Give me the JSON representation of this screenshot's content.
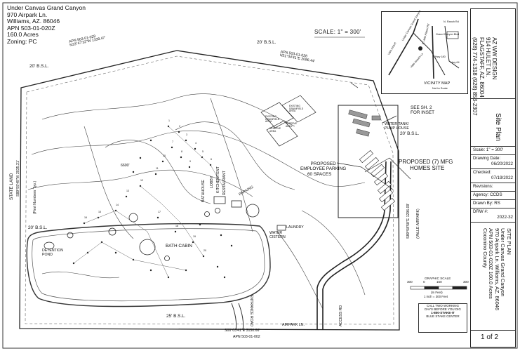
{
  "header": {
    "project_name": "Under Canvas Grand Canyon",
    "address_line1": "970 Airpark Ln.",
    "address_line2": "Williams, AZ. 86046",
    "apn": "APN 503-01-020Z",
    "acreage": "160.0 Acres",
    "zoning": "Zoning: PC"
  },
  "scale_note": "SCALE: 1\" = 300'",
  "site_labels": {
    "bsl_top": "20' B.S.L.",
    "bsl_left_top": "20' B.S.L.",
    "bsl_left_mid": "20' B.S.L.",
    "bsl_bottom": "25' B.S.L.",
    "bsl_right": "20' B.S.L.",
    "apn_nw": "APN 503-01-028",
    "bearing_nw": "N23°47'32\"W",
    "dist_nw": "1338.47'",
    "apn_ne": "APN 503-01-028",
    "bearing_ne": "N21°04'41\"E",
    "dist_ne": "2086.44'",
    "state_land": "STATE LAND",
    "bearing_w": "S89°59'49\"W",
    "dist_w": "2035.21'",
    "first_numbers": "(First Numbers Typ.)",
    "detention_pond": "DETENTION POND",
    "bath_cabin": "BATH CABIN",
    "bathhouse": "BATHHOUSE",
    "lobby": "LOBBY",
    "kitchen": "KITCHEN/TENT",
    "restaurant": "RESTAURANT",
    "parking": "PARKING",
    "laundry": "LAUNDRY",
    "water_cistern": "WATER CISTERN",
    "proposed_parking_1": "PROPOSED",
    "proposed_parking_2": "EMPLOYEE PARKING",
    "proposed_parking_3": "60 SPACES",
    "proposed_mfg_1": "PROPOSED (7) MFG",
    "proposed_mfg_2": "HOMES SITE",
    "see_sheet_1": "SEE SH. 2",
    "see_sheet_2": "FOR INSET",
    "water_tank_1": "WATER TANK/",
    "water_tank_2": "PUMP HOUSE",
    "drainfield_1": "EXISTING DRAINFIELD AREA",
    "drainfield_2": "EXISTING DRAINFIELD AREA",
    "reserve_1": "RESERVE AREA",
    "reserve_2": "RESERVE AREA",
    "contour_6600": "6600'",
    "bearing_s": "S00°03'41\"E",
    "dist_s": "3150.66'",
    "apn_s": "APN 503-01-002",
    "airpark_ln": "AIRPARK LN.",
    "entrance_road": "ENTRANCE ROAD",
    "access_rd": "ACCESS RD",
    "valle_airpark": "(VALLE AIRPARK)",
    "bearing_e": "S89°58'58\"E",
    "dist_e": "1296.09'",
    "lot_numbers": [
      "1",
      "2",
      "3",
      "4",
      "5",
      "6",
      "7",
      "8",
      "9",
      "10",
      "11",
      "12",
      "13",
      "14",
      "15",
      "16",
      "17",
      "18",
      "19",
      "20"
    ]
  },
  "vicinity_map": {
    "title": "VICINITY MAP",
    "subtitle": "Not to Scale",
    "labels": [
      "Under Canvas Grand Canyon",
      "Valle Airport",
      "Valle Airpark Ln",
      "Grand Canyon Blvd",
      "Hwy 180",
      "Hwy 64",
      "S. Valle Airport Rd",
      "N. Ranch Rd"
    ]
  },
  "ruler": {
    "title": "GRAPHIC SCALE",
    "ticks": [
      "300",
      "0",
      "150",
      "300"
    ],
    "unit": "(In Feet)",
    "scale": "1 inch = 300 Feet"
  },
  "stamp": {
    "line1": "CALL TWO WORKING",
    "line2": "DAYS BEFORE YOU DIG",
    "line3": "1-800-STAKE-IT",
    "line4": "BLUE STAKE CENTER"
  },
  "title_block": {
    "firm_name": "AZ WW DESIGN",
    "firm_address": "914 HULET LN.",
    "firm_city": "FLAGSTAFF, AZ. 86004",
    "firm_phone": "(928) 774-1318 (928) 853-2307",
    "sheet_title": "Site Plan",
    "scale_label": "Scale: 1\" = 300'",
    "drawing_date_label": "Drawing Date:",
    "drawing_date": "06/20/2022",
    "checked_label": "Checked:",
    "checked_date": "07/19/2022",
    "revisions_label": "Revisions:",
    "agency_label": "Agency: CCDS",
    "drawn_by_label": "Drawn By: RS",
    "drw_label": "DRW #:",
    "drw_number": "2022-32",
    "plan_title": "SITE PLAN",
    "plan_project": "Under Canvas Grand Canyon",
    "plan_address": "970 Airpark Ln. Williams, AZ. 86046",
    "plan_apn": "APN 503-01-020Z 160.0 Acres",
    "plan_county": "Coconino County",
    "sheet_number": "1 of 2"
  }
}
